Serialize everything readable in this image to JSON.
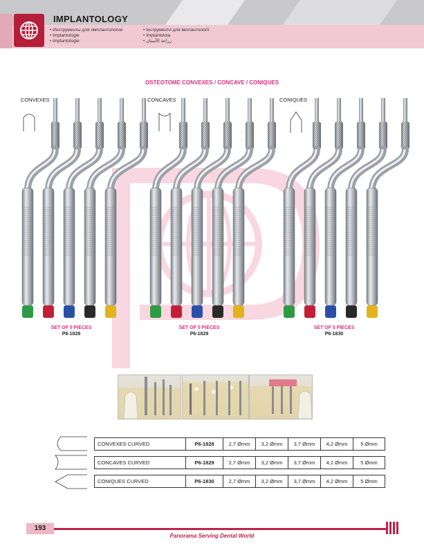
{
  "header": {
    "title": "IMPLANTOLOGY",
    "subtitles_col1": [
      "• Инструменты для имплантологии",
      "• Implantologie",
      "• Implantologie"
    ],
    "subtitles_col2": [
      "• Інструменти для імплантології",
      "• Implantoloia",
      "• زراعة الأسنان"
    ]
  },
  "section_title": "OSTEOTOME CONVEXES / CONCAVE / CONIQUES",
  "tip_labels": {
    "convexes": "CONVEXES",
    "concaves": "CONCAVES",
    "coniques": "CONIQUES"
  },
  "sets": [
    {
      "label": "SET OF 5 PIECES",
      "code": "P6-1828"
    },
    {
      "label": "SET OF 5 PIECES",
      "code": "P6-1829"
    },
    {
      "label": "SET OF 5 PIECES",
      "code": "P6-1830"
    }
  ],
  "band_colors": [
    "#2f9a45",
    "#c21f36",
    "#2b4fa8",
    "#2a2a2a",
    "#e4b21c"
  ],
  "table": {
    "rows": [
      {
        "name": "CONVEXES CURVED",
        "code": "P6-1828",
        "sizes": [
          "2,7 Ømm",
          "3,2 Ømm",
          "3,7 Ømm",
          "4,2 Ømm",
          "5 Ømm"
        ]
      },
      {
        "name": "CONCAVES CURVED",
        "code": "P6-1829",
        "sizes": [
          "2,7 Ømm",
          "3,2 Ømm",
          "3,7 Ømm",
          "4,2 Ømm",
          "5 Ømm"
        ]
      },
      {
        "name": "CONIQUES CURVED",
        "code": "P6-1830",
        "sizes": [
          "2,7 Ømm",
          "3,2 Ømm",
          "3,7 Ømm",
          "4,2 Ømm",
          "5 Ømm"
        ]
      }
    ]
  },
  "footer": {
    "page_number": "193",
    "tagline": "Panorama Serving Dental World"
  },
  "brand_color": "#c0234a",
  "accent_color": "#d8307f"
}
